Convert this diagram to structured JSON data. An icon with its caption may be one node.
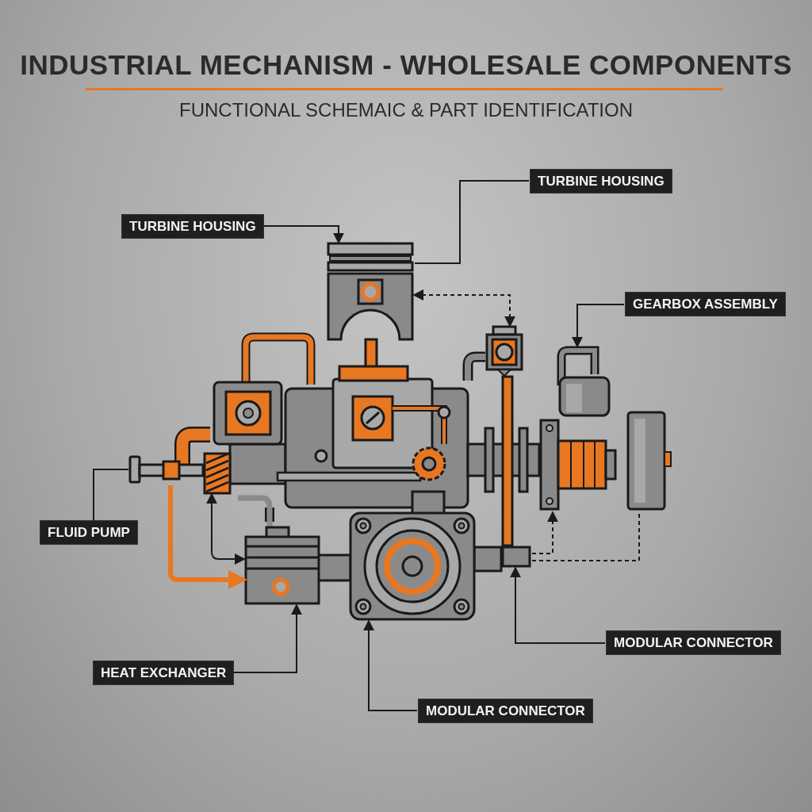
{
  "diagram": {
    "title": "INDUSTRIAL MECHANISM - WHOLESALE COMPONENTS",
    "nodes": [
      {
        "text": [
          "TURBINE HOUSING"
        ]
      },
      {
        "text": [
          "TURBINE HOUSING"
        ]
      },
      {
        "text": [],
        "shape": "picture"
      },
      {
        "text": [
          "GEARBOX ASSEMBLY"
        ]
      },
      {
        "text": [],
        "shape": "picture"
      },
      {
        "text": [],
        "shape": "picture"
      },
      {
        "text": [],
        "shape": "picture"
      },
      {
        "text": [],
        "shape": "picture"
      },
      {
        "text": [
          "FLUID PUMP"
        ]
      },
      {
        "text": [],
        "shape": "picture"
      },
      {
        "text": [],
        "shape": "picture"
      },
      {
        "text": [],
        "shape": "picture"
      },
      {
        "text": [],
        "shape": "picture"
      },
      {
        "text": [],
        "shape": "box"
      },
      {
        "text": [
          "MODULAR CONNECTOR"
        ]
      },
      {
        "text": [
          "HEAT EXCHANGER"
        ]
      },
      {
        "text": [
          "MODULAR CONNECTOR"
        ]
      }
    ],
    "edges": [
      {
        "from": 0,
        "to": 2,
        "arrow": "to"
      },
      {
        "from": 1,
        "to": 2,
        "arrow": "none"
      },
      {
        "from": 2,
        "to": 4,
        "arrow": "both",
        "style": "dashed"
      },
      {
        "from": 3,
        "to": 5,
        "arrow": "to"
      },
      {
        "from": 8,
        "to": 9,
        "arrow": "none"
      },
      {
        "from": 9,
        "to": 11,
        "arrow": "to",
        "style": "thick",
        "color": "#e87722"
      },
      {
        "from": 10,
        "to": 11,
        "arrow": "both"
      },
      {
        "from": 15,
        "to": 11,
        "arrow": "to"
      },
      {
        "from": 16,
        "to": 12,
        "arrow": "to"
      },
      {
        "from": 14,
        "to": 13,
        "arrow": "to"
      },
      {
        "from": 13,
        "to": 6,
        "arrow": "to",
        "style": "dashed"
      },
      {
        "from": 13,
        "to": 7,
        "arrow": "none",
        "style": "dashed"
      }
    ],
    "labels": [
      "FUNCTIONAL SCHEMAIC & PART IDENTIFICATION"
    ]
  }
}
